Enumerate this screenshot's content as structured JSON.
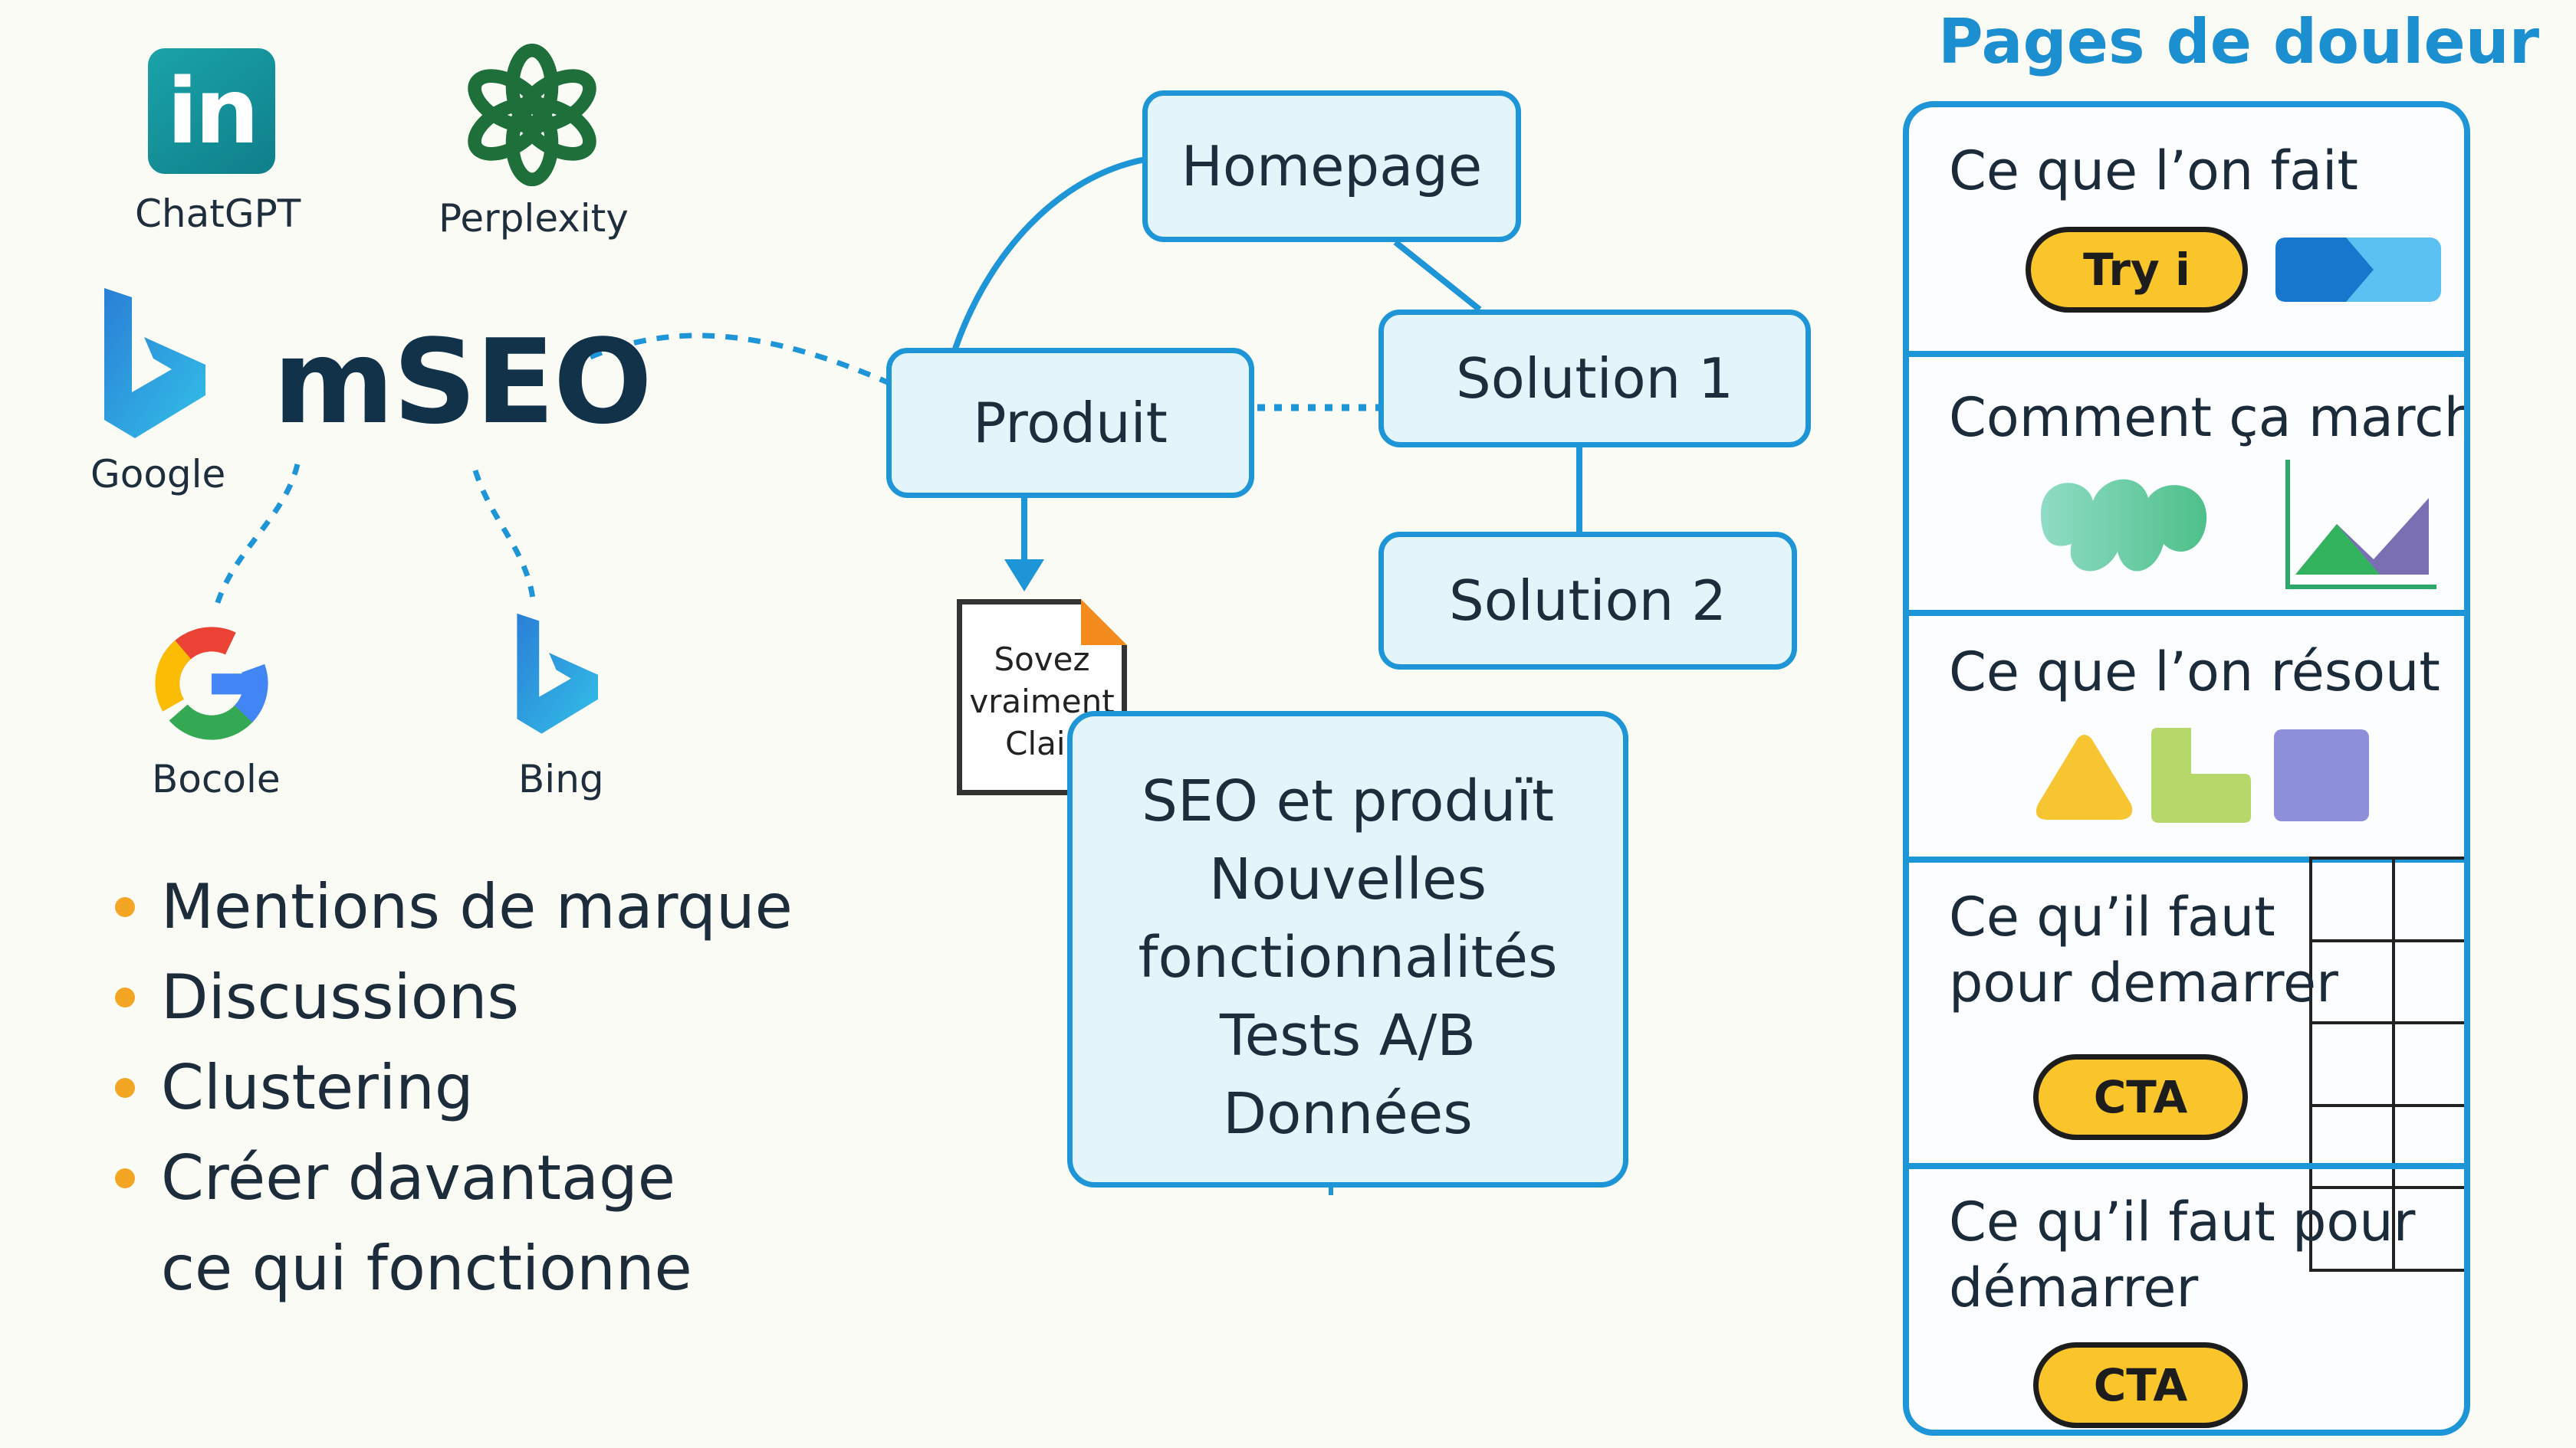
{
  "logos": {
    "linkedin_glyph": "in",
    "linkedin_label": "ChatGPT",
    "openai_label": "Perplexity",
    "bing_top_label": "Google",
    "google_label": "Bocole",
    "bing_label": "Bing"
  },
  "brand": {
    "title": "mSEO"
  },
  "bullets": [
    "Mentions de marque",
    "Discussions",
    "Clustering",
    "Créer davantage",
    "ce qui fonctionne"
  ],
  "flow": {
    "homepage": "Homepage",
    "produit": "Produit",
    "solution1": "Solution 1",
    "solution2": "Solution 2",
    "doc_lines": [
      "Sovez",
      "vraiment",
      "Clair"
    ],
    "box_lines": [
      "SEO et produït",
      "Nouvelles",
      "fonctionnalités",
      "Tests A/B",
      "Données"
    ]
  },
  "panel": {
    "title": "Pages de douleur",
    "sections": [
      {
        "title": "Ce que l’on fait",
        "button": "Try i"
      },
      {
        "title": "Comment ça marche"
      },
      {
        "title": "Ce que l’on résout"
      },
      {
        "title_lines": [
          "Ce qu’il faut",
          "pour demarrer"
        ],
        "button": "CTA"
      },
      {
        "title_lines": [
          "Ce qu’il faut pour",
          "démarrer"
        ],
        "button": "CTA"
      }
    ]
  },
  "colors": {
    "accent_blue": "#1e95d6",
    "node_fill": "#e3f4fb",
    "cta_yellow": "#f9c52a",
    "bullet_orange": "#f2a623",
    "brand_dark": "#12324a"
  }
}
